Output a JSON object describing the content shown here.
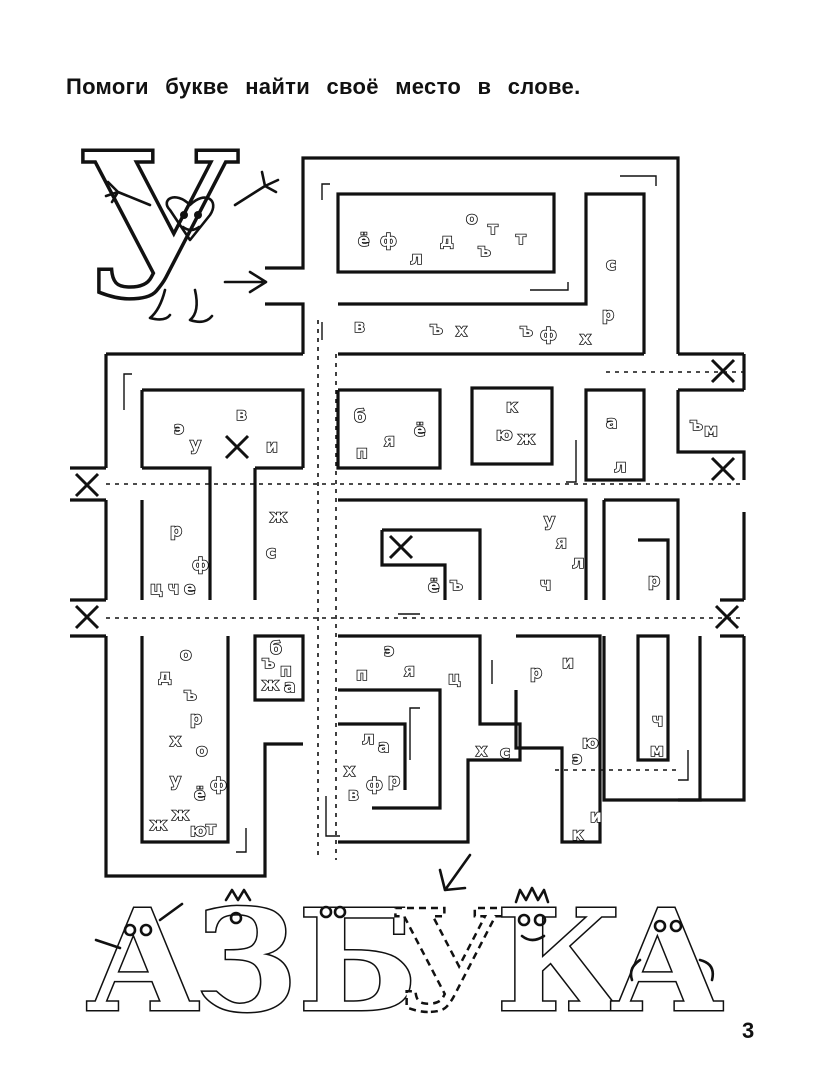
{
  "instruction": "Помоги букве найти своё место в слове.",
  "page_number": "3",
  "hero_letter": "У",
  "answer_word": {
    "letters": [
      "А",
      "З",
      "Б",
      "У",
      "К",
      "А"
    ],
    "missing_letter": "У"
  },
  "maze_letters": [
    "ё",
    "ф",
    "л",
    "д",
    "о",
    "ъ",
    "т",
    "т",
    "с",
    "р",
    "в",
    "ъ",
    "х",
    "ъ",
    "ф",
    "х",
    "р",
    "э",
    "у",
    "в",
    "и",
    "б",
    "я",
    "ё",
    "п",
    "к",
    "ю",
    "ж",
    "а",
    "л",
    "ъ",
    "м",
    "р",
    "ф",
    "ц",
    "ч",
    "е",
    "ж",
    "с",
    "у",
    "я",
    "л",
    "ч",
    "р",
    "ё",
    "ъ",
    "о",
    "д",
    "ъ",
    "р",
    "х",
    "о",
    "у",
    "ё",
    "ф",
    "ж",
    "ж",
    "ю",
    "т",
    "б",
    "ъ",
    "п",
    "ж",
    "а",
    "п",
    "э",
    "я",
    "ц",
    "р",
    "и",
    "ю",
    "э",
    "ч",
    "м",
    "л",
    "а",
    "х",
    "в",
    "ф",
    "р",
    "х",
    "с",
    "к",
    "и"
  ]
}
